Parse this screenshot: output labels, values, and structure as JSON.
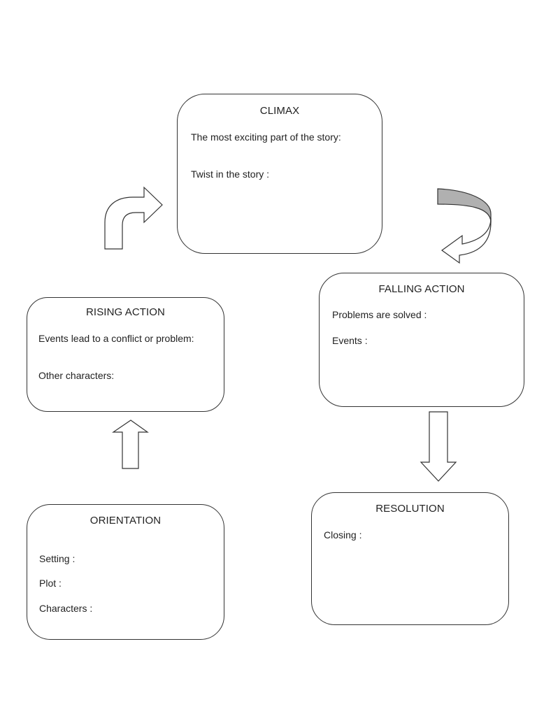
{
  "diagram": {
    "climax": {
      "title": "CLIMAX",
      "lines": [
        "The most exciting part of the story:",
        "Twist in the story :"
      ]
    },
    "falling_action": {
      "title": "FALLING ACTION",
      "lines": [
        "Problems are solved :",
        "Events :"
      ]
    },
    "rising_action": {
      "title": "RISING ACTION",
      "lines": [
        "Events lead to a conflict or problem:",
        "Other characters:"
      ]
    },
    "orientation": {
      "title": "ORIENTATION",
      "lines": [
        "Setting :",
        "Plot :",
        "Characters :"
      ]
    },
    "resolution": {
      "title": "RESOLUTION",
      "lines": [
        "Closing :"
      ]
    },
    "colors": {
      "stroke": "#333333",
      "arrow_band_fill": "#b0b0b0"
    }
  }
}
